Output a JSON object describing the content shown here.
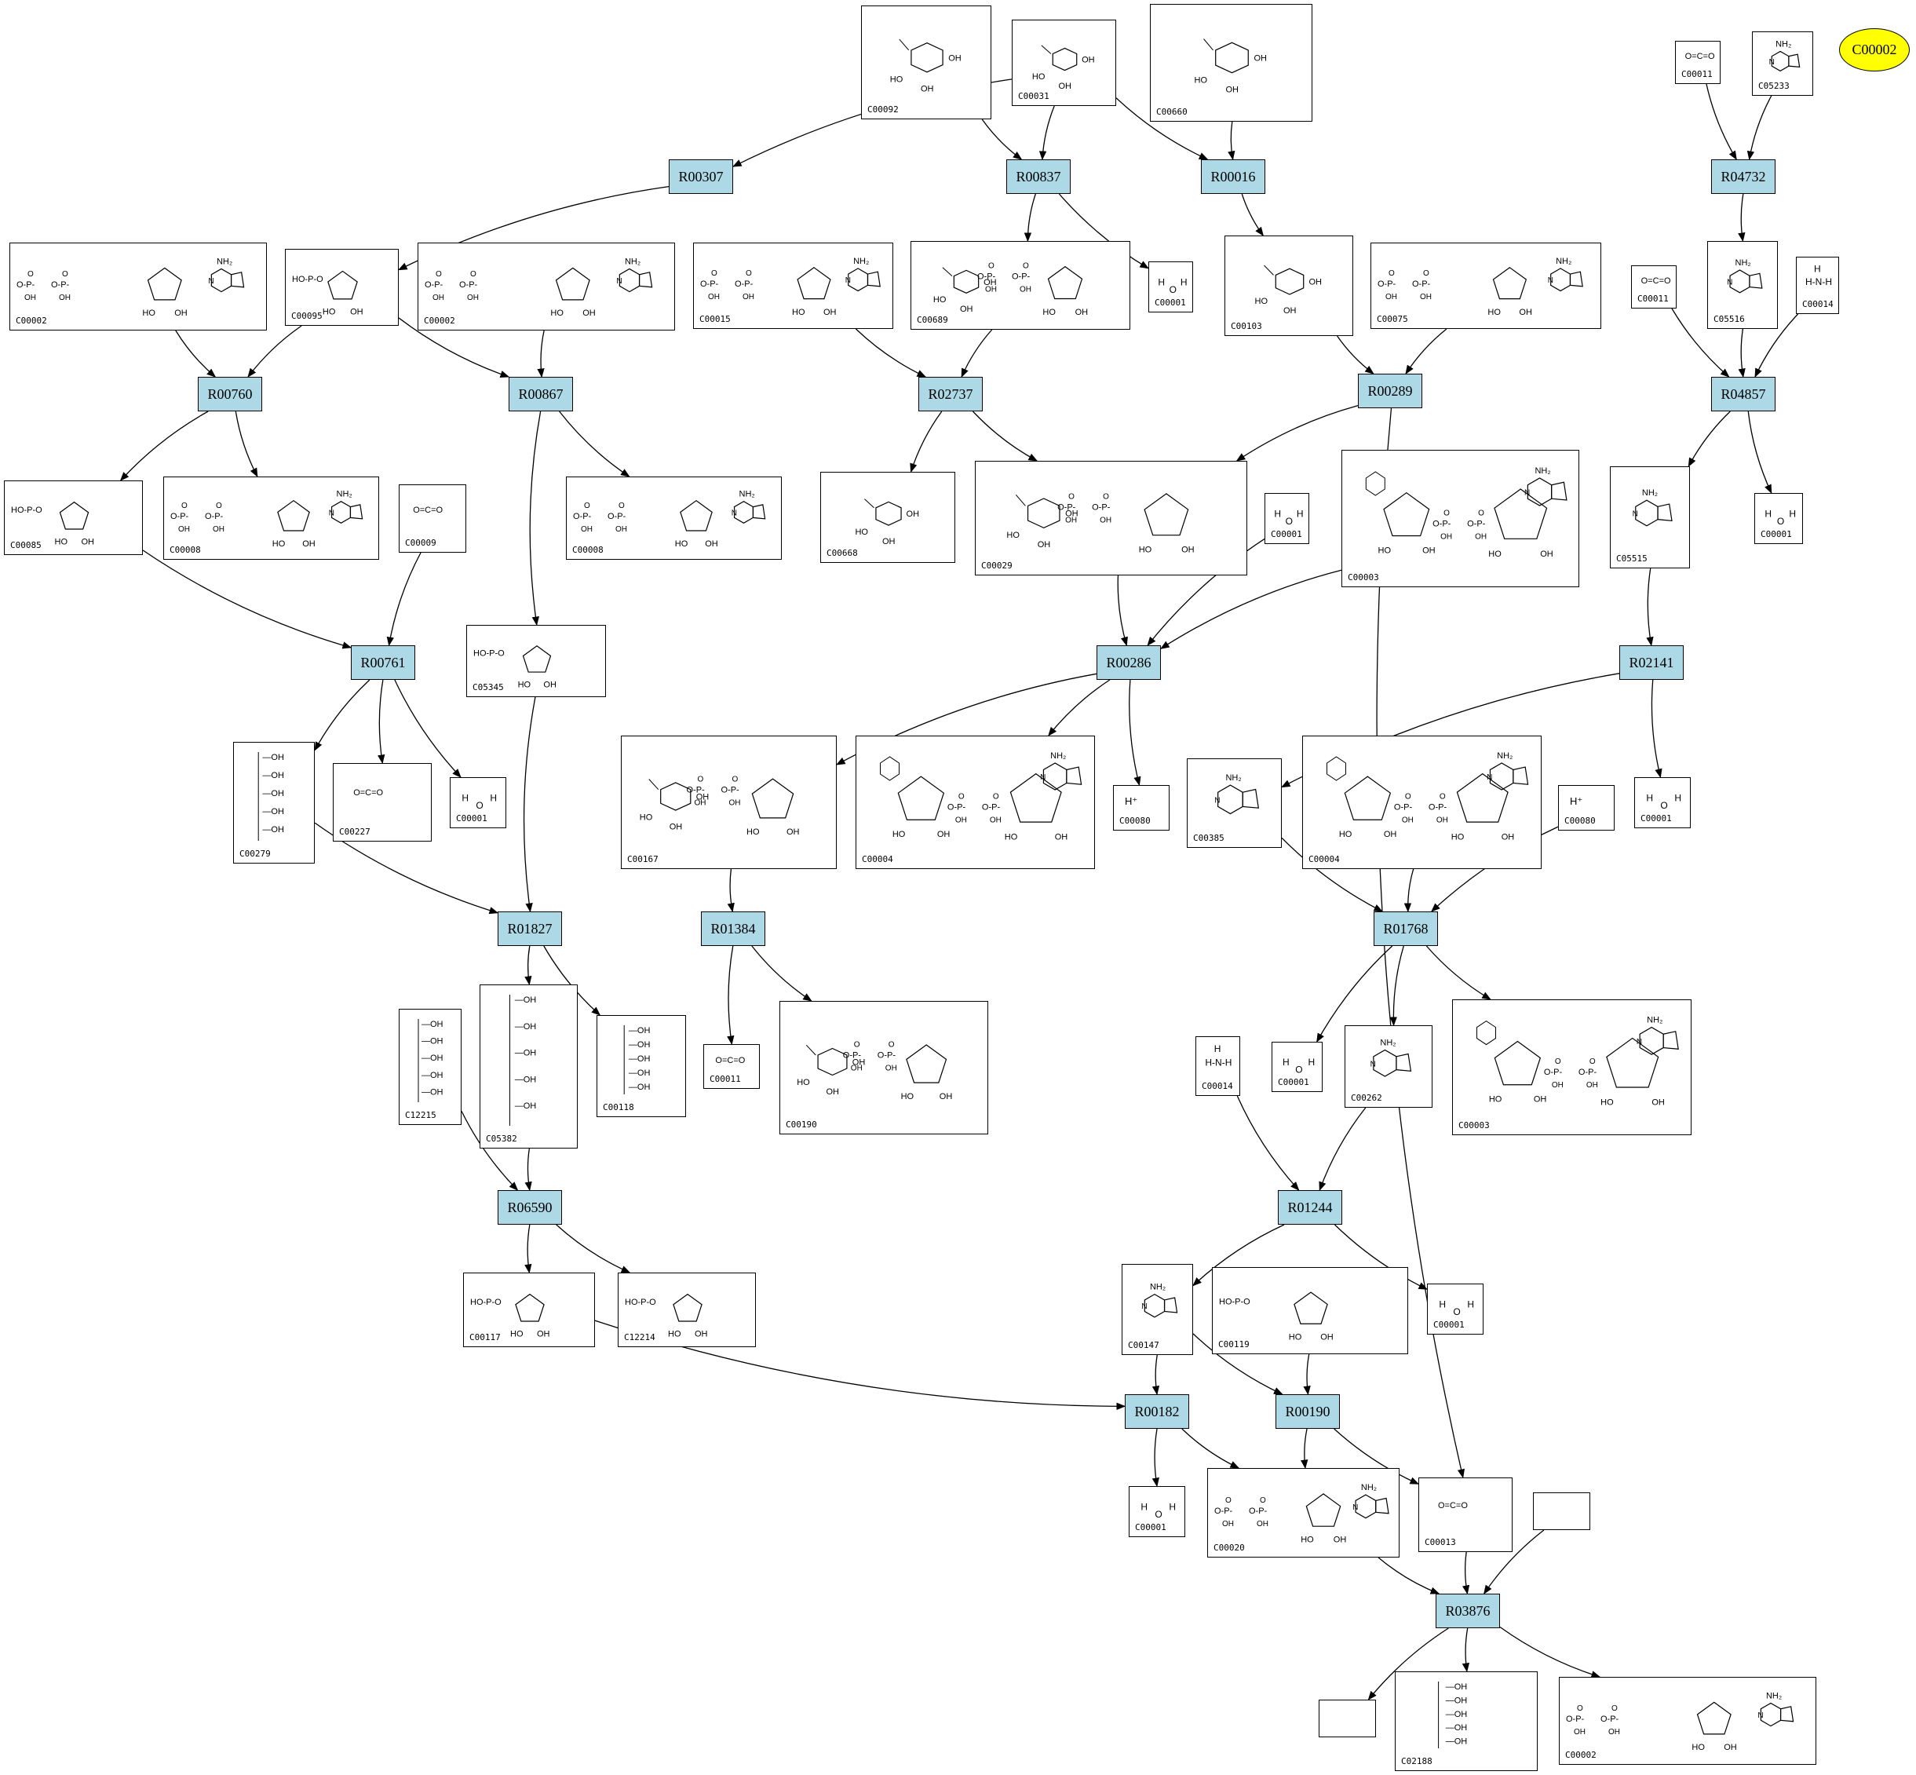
{
  "reactions": [
    {
      "id": "R00307",
      "label": "R00307"
    },
    {
      "id": "R00837",
      "label": "R00837"
    },
    {
      "id": "R00016",
      "label": "R00016"
    },
    {
      "id": "R04732",
      "label": "R04732"
    },
    {
      "id": "R00760",
      "label": "R00760"
    },
    {
      "id": "R00867",
      "label": "R00867"
    },
    {
      "id": "R02737",
      "label": "R02737"
    },
    {
      "id": "R00289",
      "label": "R00289"
    },
    {
      "id": "R04857",
      "label": "R04857"
    },
    {
      "id": "R00761",
      "label": "R00761"
    },
    {
      "id": "R00286",
      "label": "R00286"
    },
    {
      "id": "R02141",
      "label": "R02141"
    },
    {
      "id": "R01827",
      "label": "R01827"
    },
    {
      "id": "R01384",
      "label": "R01384"
    },
    {
      "id": "R01768",
      "label": "R01768"
    },
    {
      "id": "R06590",
      "label": "R06590"
    },
    {
      "id": "R01244",
      "label": "R01244"
    },
    {
      "id": "R00182",
      "label": "R00182"
    },
    {
      "id": "R00190",
      "label": "R00190"
    },
    {
      "id": "R03876",
      "label": "R03876"
    }
  ],
  "compounds": [
    {
      "id": "n_c00092",
      "label": "C00092",
      "kind": "hex",
      "text": ""
    },
    {
      "id": "n_c00031",
      "label": "C00031",
      "kind": "hex",
      "text": ""
    },
    {
      "id": "n_c00660",
      "label": "C00660",
      "kind": "hex",
      "text": ""
    },
    {
      "id": "n_c00011a",
      "label": "C00011",
      "kind": "small",
      "text": ""
    },
    {
      "id": "n_c05233",
      "label": "C05233",
      "kind": "ring",
      "text": ""
    },
    {
      "id": "n_c00002a",
      "label": "C00002",
      "kind": "nuc",
      "text": ""
    },
    {
      "id": "n_c00095",
      "label": "C00095",
      "kind": "pent",
      "text": ""
    },
    {
      "id": "n_c00002b",
      "label": "C00002",
      "kind": "nuc",
      "text": ""
    },
    {
      "id": "n_c00015",
      "label": "C00015",
      "kind": "nuc",
      "text": ""
    },
    {
      "id": "n_c00689",
      "label": "C00689",
      "kind": "dihex",
      "text": ""
    },
    {
      "id": "n_c00001a",
      "label": "C00001",
      "kind": "water",
      "text": ""
    },
    {
      "id": "n_c00103",
      "label": "C00103",
      "kind": "hex",
      "text": ""
    },
    {
      "id": "n_c00075",
      "label": "C00075",
      "kind": "nuc",
      "text": ""
    },
    {
      "id": "n_c00011b",
      "label": "C00011",
      "kind": "small",
      "text": ""
    },
    {
      "id": "n_c05516",
      "label": "C05516",
      "kind": "ring",
      "text": ""
    },
    {
      "id": "n_c00014a",
      "label": "C00014",
      "kind": "ammonia",
      "text": ""
    },
    {
      "id": "n_c00085",
      "label": "C00085",
      "kind": "pent",
      "text": ""
    },
    {
      "id": "n_c00008",
      "label": "C00008",
      "kind": "nuc",
      "text": ""
    },
    {
      "id": "n_c00003a",
      "label": "C00008",
      "kind": "nuc",
      "text": ""
    },
    {
      "id": "n_c00668",
      "label": "C00668",
      "kind": "hex",
      "text": ""
    },
    {
      "id": "n_c00029",
      "label": "C00029",
      "kind": "dihex",
      "text": ""
    },
    {
      "id": "n_c00001b",
      "label": "C00001",
      "kind": "water",
      "text": ""
    },
    {
      "id": "n_c00003b",
      "label": "C00003",
      "kind": "dinuc",
      "text": ""
    },
    {
      "id": "n_c00001c",
      "label": "C00001",
      "kind": "water",
      "text": ""
    },
    {
      "id": "n_c00009",
      "label": "C00009",
      "kind": "small",
      "text": ""
    },
    {
      "id": "n_c05515",
      "label": "C05515",
      "kind": "ring",
      "text": ""
    },
    {
      "id": "n_c05345",
      "label": "C05345",
      "kind": "pent",
      "text": ""
    },
    {
      "id": "n_c00279",
      "label": "C00279",
      "kind": "chain",
      "text": ""
    },
    {
      "id": "n_c00227",
      "label": "C00227",
      "kind": "small",
      "text": ""
    },
    {
      "id": "n_c00001d",
      "label": "C00001",
      "kind": "water",
      "text": ""
    },
    {
      "id": "n_c00167",
      "label": "C00167",
      "kind": "dihex",
      "text": ""
    },
    {
      "id": "n_c00004a",
      "label": "C00004",
      "kind": "dinuc",
      "text": ""
    },
    {
      "id": "n_c00080a",
      "label": "C00080",
      "kind": "text",
      "text": "H⁺"
    },
    {
      "id": "n_c00385",
      "label": "C00385",
      "kind": "ring",
      "text": ""
    },
    {
      "id": "n_c00004b",
      "label": "C00004",
      "kind": "dinuc",
      "text": ""
    },
    {
      "id": "n_c00080b",
      "label": "C00080",
      "kind": "text",
      "text": "H⁺"
    },
    {
      "id": "n_c00001e",
      "label": "C00001",
      "kind": "water",
      "text": ""
    },
    {
      "id": "n_c12215",
      "label": "C12215",
      "kind": "chain",
      "text": ""
    },
    {
      "id": "n_c05382",
      "label": "C05382",
      "kind": "chain",
      "text": ""
    },
    {
      "id": "n_c00118",
      "label": "C00118",
      "kind": "chain",
      "text": ""
    },
    {
      "id": "n_c00011c",
      "label": "C00011",
      "kind": "small",
      "text": ""
    },
    {
      "id": "n_c00190",
      "label": "C00190",
      "kind": "dihex",
      "text": ""
    },
    {
      "id": "n_c00014b",
      "label": "C00014",
      "kind": "ammonia",
      "text": ""
    },
    {
      "id": "n_c00001f",
      "label": "C00001",
      "kind": "water",
      "text": ""
    },
    {
      "id": "n_c00262",
      "label": "C00262",
      "kind": "ring",
      "text": ""
    },
    {
      "id": "n_c00003c",
      "label": "C00003",
      "kind": "dinuc",
      "text": ""
    },
    {
      "id": "n_c00117",
      "label": "C00117",
      "kind": "pent",
      "text": ""
    },
    {
      "id": "n_c12214",
      "label": "C12214",
      "kind": "pent",
      "text": ""
    },
    {
      "id": "n_c00147",
      "label": "C00147",
      "kind": "ring",
      "text": ""
    },
    {
      "id": "n_c00119",
      "label": "C00119",
      "kind": "pent",
      "text": ""
    },
    {
      "id": "n_c00001g",
      "label": "C00001",
      "kind": "water",
      "text": ""
    },
    {
      "id": "n_c00001h",
      "label": "C00001",
      "kind": "water",
      "text": ""
    },
    {
      "id": "n_c00020",
      "label": "C00020",
      "kind": "nuc",
      "text": ""
    },
    {
      "id": "n_c00013",
      "label": "C00013",
      "kind": "small",
      "text": ""
    },
    {
      "id": "n_empty1",
      "label": "",
      "kind": "empty",
      "text": ""
    },
    {
      "id": "n_empty2",
      "label": "",
      "kind": "empty",
      "text": ""
    },
    {
      "id": "n_c02188",
      "label": "C02188",
      "kind": "chain",
      "text": ""
    },
    {
      "id": "n_c00002c",
      "label": "C00002",
      "kind": "nuc",
      "text": ""
    }
  ],
  "highlight": {
    "id": "e_c00002",
    "label": "C00002",
    "fill": "#ffff00"
  },
  "colors": {
    "reaction_fill": "#add8e6",
    "highlight_fill": "#ffff00",
    "stroke": "#000000"
  },
  "edges": [
    [
      "n_c00031",
      "R00307"
    ],
    [
      "R00307",
      "n_c00095"
    ],
    [
      "n_c00092",
      "R00837"
    ],
    [
      "n_c00031",
      "R00837"
    ],
    [
      "R00837",
      "n_c00689"
    ],
    [
      "R00837",
      "n_c00001a"
    ],
    [
      "n_c00031",
      "R00016"
    ],
    [
      "n_c00660",
      "R00016"
    ],
    [
      "R00016",
      "n_c00103"
    ],
    [
      "n_c00011a",
      "R04732"
    ],
    [
      "n_c05233",
      "R04732"
    ],
    [
      "R04732",
      "n_c05516"
    ],
    [
      "n_c00002a",
      "R00760"
    ],
    [
      "n_c00095",
      "R00760"
    ],
    [
      "R00760",
      "n_c00085"
    ],
    [
      "R00760",
      "n_c00008"
    ],
    [
      "n_c00095",
      "R00867"
    ],
    [
      "n_c00002b",
      "R00867"
    ],
    [
      "R00867",
      "n_c00003a"
    ],
    [
      "R00867",
      "n_c05345"
    ],
    [
      "n_c00015",
      "R02737"
    ],
    [
      "n_c00689",
      "R02737"
    ],
    [
      "R02737",
      "n_c00668"
    ],
    [
      "R02737",
      "n_c00029"
    ],
    [
      "n_c00103",
      "R00289"
    ],
    [
      "n_c00075",
      "R00289"
    ],
    [
      "R00289",
      "n_c00029"
    ],
    [
      "R00289",
      "n_c00013"
    ],
    [
      "n_c00011b",
      "R04857"
    ],
    [
      "n_c05516",
      "R04857"
    ],
    [
      "n_c00014a",
      "R04857"
    ],
    [
      "R04857",
      "n_c05515"
    ],
    [
      "R04857",
      "n_c00001c"
    ],
    [
      "n_c00085",
      "R00761"
    ],
    [
      "n_c00009",
      "R00761"
    ],
    [
      "R00761",
      "n_c00279"
    ],
    [
      "R00761",
      "n_c00227"
    ],
    [
      "R00761",
      "n_c00001d"
    ],
    [
      "n_c00029",
      "R00286"
    ],
    [
      "n_c00001b",
      "R00286"
    ],
    [
      "n_c00003b",
      "R00286"
    ],
    [
      "R00286",
      "n_c00167"
    ],
    [
      "R00286",
      "n_c00004a"
    ],
    [
      "R00286",
      "n_c00080a"
    ],
    [
      "n_c05515",
      "R02141"
    ],
    [
      "R02141",
      "n_c00385"
    ],
    [
      "R02141",
      "n_c00001e"
    ],
    [
      "n_c00279",
      "R01827"
    ],
    [
      "n_c05345",
      "R01827"
    ],
    [
      "R01827",
      "n_c05382"
    ],
    [
      "R01827",
      "n_c00118"
    ],
    [
      "n_c00167",
      "R01384"
    ],
    [
      "R01384",
      "n_c00011c"
    ],
    [
      "R01384",
      "n_c00190"
    ],
    [
      "n_c00385",
      "R01768"
    ],
    [
      "n_c00004b",
      "R01768"
    ],
    [
      "n_c00080b",
      "R01768"
    ],
    [
      "R01768",
      "n_c00001f"
    ],
    [
      "R01768",
      "n_c00262"
    ],
    [
      "R01768",
      "n_c00003c"
    ],
    [
      "n_c12215",
      "R06590"
    ],
    [
      "n_c05382",
      "R06590"
    ],
    [
      "R06590",
      "n_c00117"
    ],
    [
      "R06590",
      "n_c12214"
    ],
    [
      "n_c00014b",
      "R01244"
    ],
    [
      "n_c00262",
      "R01244"
    ],
    [
      "R01244",
      "n_c00147"
    ],
    [
      "R01244",
      "n_c00001g"
    ],
    [
      "n_c00117",
      "R00182"
    ],
    [
      "n_c00147",
      "R00182"
    ],
    [
      "R00182",
      "n_c00001h"
    ],
    [
      "R00182",
      "n_c00020"
    ],
    [
      "n_c00147",
      "R00190"
    ],
    [
      "n_c00119",
      "R00190"
    ],
    [
      "R00190",
      "n_c00020"
    ],
    [
      "R00190",
      "n_c00013"
    ],
    [
      "n_c00020",
      "R03876"
    ],
    [
      "n_c00013",
      "R03876"
    ],
    [
      "n_empty1",
      "R03876"
    ],
    [
      "R03876",
      "n_empty2"
    ],
    [
      "R03876",
      "n_c02188"
    ],
    [
      "R03876",
      "n_c00002c"
    ]
  ]
}
